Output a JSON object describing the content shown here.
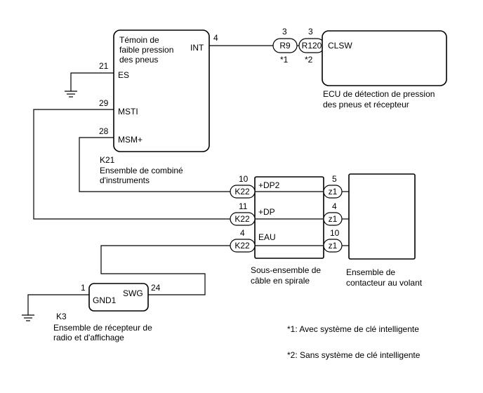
{
  "meter": {
    "title_lines": [
      "Témoin de",
      "faible pression",
      "des pneus"
    ],
    "code": "K21",
    "desc_lines": [
      "Ensemble de combiné",
      "d'instruments"
    ],
    "pins": {
      "int": {
        "num": "4",
        "label": "INT"
      },
      "es": {
        "num": "21",
        "label": "ES"
      },
      "msti": {
        "num": "29",
        "label": "MSTI"
      },
      "msm": {
        "num": "28",
        "label": "MSM+"
      }
    }
  },
  "ecu": {
    "pin_label": "CLSW",
    "desc_lines": [
      "ECU de détection de pression",
      "des pneus et récepteur"
    ]
  },
  "connectors": {
    "r9": {
      "label": "R9",
      "pin": "3",
      "note": "*1"
    },
    "r120": {
      "label": "R120",
      "pin": "3",
      "note": "*2"
    }
  },
  "spiral": {
    "desc_lines": [
      "Sous-ensemble de",
      "câble en spirale"
    ],
    "rows": [
      {
        "k22_pin": "10",
        "k22": "K22",
        "signal": "+DP2",
        "z1_pin": "5",
        "z1": "z1"
      },
      {
        "k22_pin": "11",
        "k22": "K22",
        "signal": "+DP",
        "z1_pin": "4",
        "z1": "z1"
      },
      {
        "k22_pin": "4",
        "k22": "K22",
        "signal": "EAU",
        "z1_pin": "10",
        "z1": "z1"
      }
    ]
  },
  "switch": {
    "desc_lines": [
      "Ensemble de",
      "contacteur au volant"
    ]
  },
  "radio": {
    "code": "K3",
    "desc_lines": [
      "Ensemble de récepteur de",
      "radio et d'affichage"
    ],
    "pins": {
      "gnd1": {
        "num": "1",
        "label": "GND1"
      },
      "swg": {
        "num": "24",
        "label": "SWG"
      }
    }
  },
  "notes": [
    "*1: Avec système de clé intelligente",
    "*2: Sans système de clé intelligente"
  ]
}
